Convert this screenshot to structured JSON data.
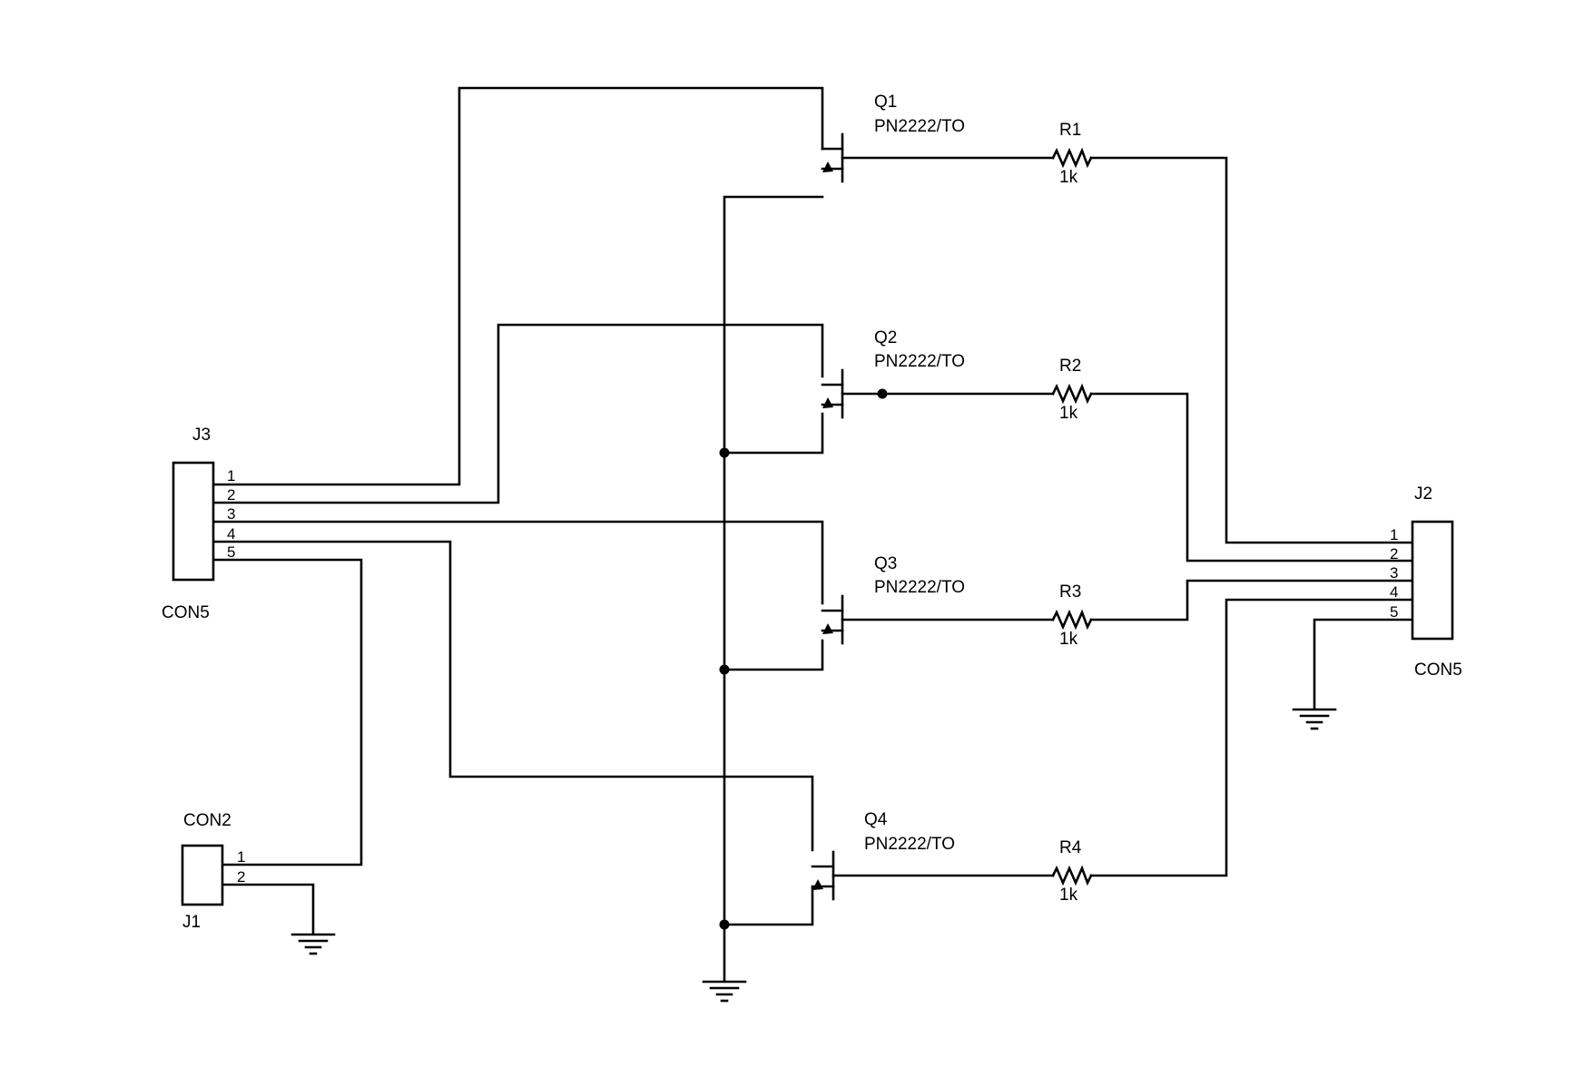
{
  "colors": {
    "ink": "#000000",
    "background": "#ffffff"
  },
  "transistors": [
    {
      "ref": "Q1",
      "value": "PN2222/TO"
    },
    {
      "ref": "Q2",
      "value": "PN2222/TO"
    },
    {
      "ref": "Q3",
      "value": "PN2222/TO"
    },
    {
      "ref": "Q4",
      "value": "PN2222/TO"
    }
  ],
  "resistors": [
    {
      "ref": "R1",
      "value": "1k"
    },
    {
      "ref": "R2",
      "value": "1k"
    },
    {
      "ref": "R3",
      "value": "1k"
    },
    {
      "ref": "R4",
      "value": "1k"
    }
  ],
  "connectors": {
    "J3": {
      "ref": "J3",
      "value": "CON5",
      "pins": [
        "1",
        "2",
        "3",
        "4",
        "5"
      ]
    },
    "J2": {
      "ref": "J2",
      "value": "CON5",
      "pins": [
        "1",
        "2",
        "3",
        "4",
        "5"
      ]
    },
    "J1": {
      "ref": "J1",
      "value": "CON2",
      "pins": [
        "1",
        "2"
      ]
    }
  },
  "icons": [
    "ground-icon",
    "npn-transistor-icon",
    "resistor-icon",
    "connector-icon",
    "junction-dot-icon"
  ]
}
